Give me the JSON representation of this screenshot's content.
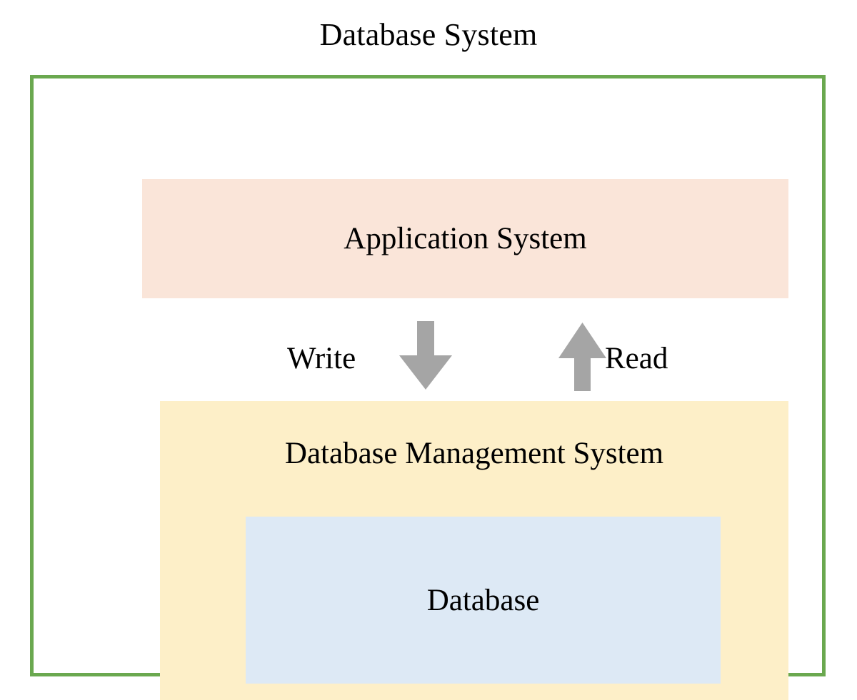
{
  "diagram": {
    "title": "Database System",
    "outer_container_color": "#6aa84f",
    "background_color": "#ffffff",
    "layers": {
      "application": {
        "label": "Application System",
        "fill_color": "#fae5d9"
      },
      "dbms": {
        "label": "Database Management System",
        "fill_color": "#fdefc8"
      },
      "database": {
        "label": "Database",
        "fill_color": "#dde9f5"
      }
    },
    "flows": [
      {
        "label": "Write",
        "direction": "down",
        "icon": "arrow-down-icon",
        "color": "#a5a5a5"
      },
      {
        "label": "Read",
        "direction": "up",
        "icon": "arrow-up-icon",
        "color": "#a5a5a5"
      }
    ]
  }
}
